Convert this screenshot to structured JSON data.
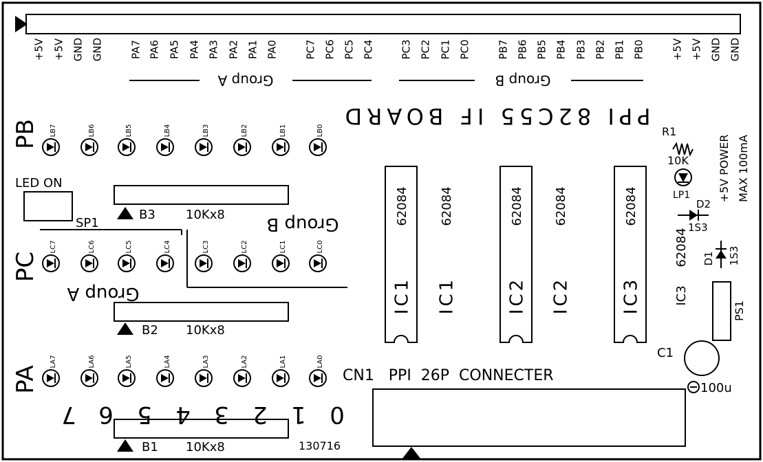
{
  "board_title": "PPI 82C55 IF BOARD",
  "pin_header": {
    "left_pins": [
      "+5V",
      "+5V",
      "GND",
      "GND",
      "PA7",
      "PA6",
      "PA5",
      "PA4",
      "PA3",
      "PA2",
      "PA1",
      "PA0",
      "PC7",
      "PC6",
      "PC5",
      "PC4"
    ],
    "right_pins": [
      "PC3",
      "PC2",
      "PC1",
      "PC0",
      "PB7",
      "PB6",
      "PB5",
      "PB4",
      "PB3",
      "PB2",
      "PB1",
      "PB0",
      "+5V",
      "+5V",
      "GND",
      "GND"
    ],
    "group_a": "Group A",
    "group_b": "Group B"
  },
  "ports": {
    "pb": {
      "label": "PB",
      "leds": [
        "LB7",
        "LB6",
        "LB5",
        "LB4",
        "LB3",
        "LB2",
        "LB1",
        "LB0"
      ]
    },
    "pc": {
      "label": "PC",
      "leds": [
        "LC7",
        "LC6",
        "LC5",
        "LC4",
        "LC3",
        "LC2",
        "LC1",
        "LC0"
      ]
    },
    "pa": {
      "label": "PA",
      "leds": [
        "LA7",
        "LA6",
        "LA5",
        "LA4",
        "LA3",
        "LA2",
        "LA1",
        "LA0"
      ]
    }
  },
  "bit_numbers": [
    "7",
    "6",
    "5",
    "4",
    "3",
    "2",
    "1",
    "0"
  ],
  "led_on": "LED  ON",
  "sp1": "SP1",
  "resistor_arrays": [
    {
      "ref": "B3",
      "value": "10Kx8"
    },
    {
      "ref": "B2",
      "value": "10Kx8"
    },
    {
      "ref": "B1",
      "value": "10Kx8"
    }
  ],
  "group_a_label": "Group A",
  "group_b_label": "Group B",
  "ic_sockets": [
    {
      "ref": "IC1",
      "part": "62084"
    },
    {
      "ref": "IC2",
      "part": "62084"
    },
    {
      "ref": "IC3",
      "part": "62084"
    }
  ],
  "ic_labels": [
    {
      "ref": "IC1",
      "part": "62084"
    },
    {
      "ref": "IC2",
      "part": "62084"
    },
    {
      "ref": "IC3",
      "part": "62084"
    }
  ],
  "r1": {
    "ref": "R1",
    "value": "10K"
  },
  "lp1": "LP1",
  "d2": {
    "ref": "D2",
    "part": "1S3"
  },
  "d1": {
    "ref": "D1",
    "part": "1S3"
  },
  "power_label": "+5V POWER",
  "max_label": "MAX 100mA",
  "ps1": "PS1",
  "c1": {
    "ref": "C1",
    "value": "100u"
  },
  "connector": "CN1   PPI  26P  CONNECTER",
  "date_code": "130716"
}
